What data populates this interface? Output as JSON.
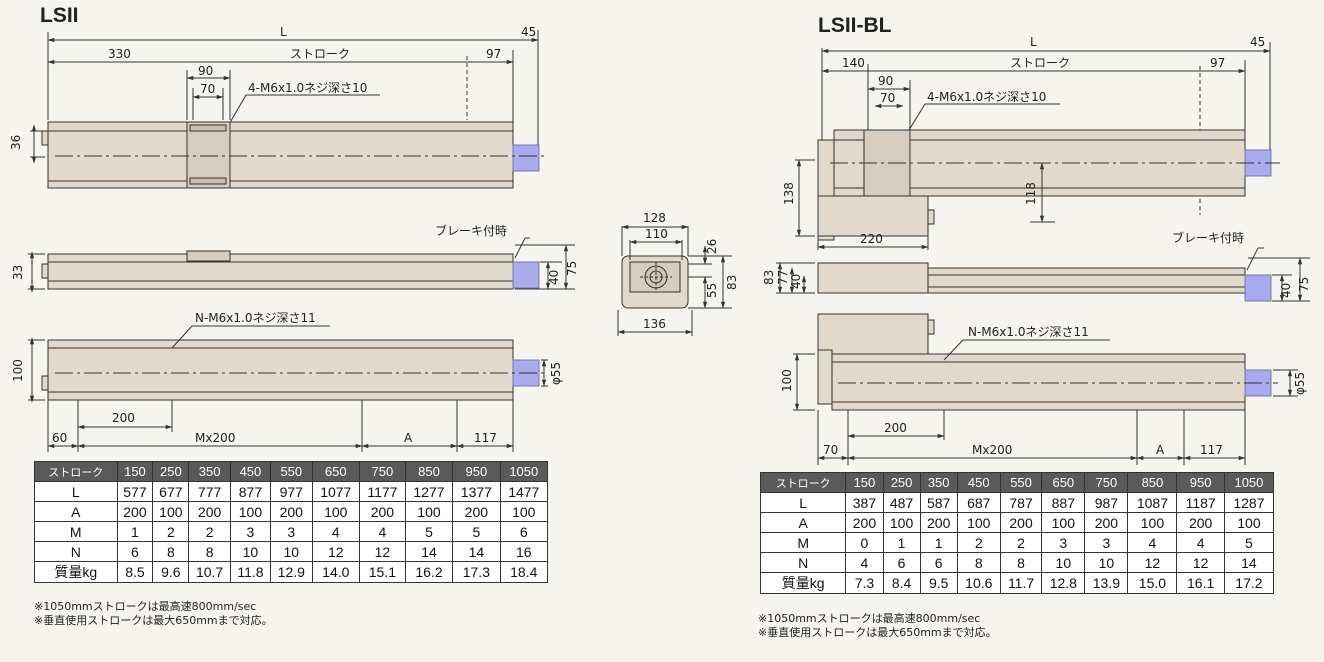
{
  "left": {
    "title": "LSII",
    "dims": {
      "L": "L",
      "d45": "45",
      "d330": "330",
      "stroke": "ストローク",
      "d97": "97",
      "d90": "90",
      "d70": "70",
      "screw": "4-M6x1.0ネジ深さ10",
      "d36": "36",
      "brake": "ブレーキ付時",
      "d33": "33",
      "d40": "40",
      "d75": "75",
      "nscrew": "N-M6x1.0ネジ深さ11",
      "d100": "100",
      "phi55": "φ55",
      "d200": "200",
      "d60": "60",
      "mx200": "Mx200",
      "A": "A",
      "d117": "117"
    },
    "table": {
      "header": [
        "ストローク",
        "150",
        "250",
        "350",
        "450",
        "550",
        "650",
        "750",
        "850",
        "950",
        "1050"
      ],
      "rows": [
        [
          "L",
          "577",
          "677",
          "777",
          "877",
          "977",
          "1077",
          "1177",
          "1277",
          "1377",
          "1477"
        ],
        [
          "A",
          "200",
          "100",
          "200",
          "100",
          "200",
          "100",
          "200",
          "100",
          "200",
          "100"
        ],
        [
          "M",
          "1",
          "2",
          "2",
          "3",
          "3",
          "4",
          "4",
          "5",
          "5",
          "6"
        ],
        [
          "N",
          "6",
          "8",
          "8",
          "10",
          "10",
          "12",
          "12",
          "14",
          "14",
          "16"
        ],
        [
          "質量kg",
          "8.5",
          "9.6",
          "10.7",
          "11.8",
          "12.9",
          "14.0",
          "15.1",
          "16.2",
          "17.3",
          "18.4"
        ]
      ]
    },
    "notes": [
      "※1050mmストロークは最高速800mm/sec",
      "※垂直使用ストロークは最大650mmまで対応。"
    ]
  },
  "center": {
    "dims": {
      "d128": "128",
      "d110": "110",
      "d26": "26",
      "d55": "55",
      "d83": "83",
      "d136": "136"
    }
  },
  "right": {
    "title": "LSII-BL",
    "dims": {
      "L": "L",
      "d45": "45",
      "d140": "140",
      "stroke": "ストローク",
      "d97": "97",
      "d90": "90",
      "d70": "70",
      "screw": "4-M6x1.0ネジ深さ10",
      "d138": "138",
      "d118": "118",
      "d220": "220",
      "brake": "ブレーキ付時",
      "d83": "83",
      "d77": "77",
      "d40a": "40",
      "d40": "40",
      "d75": "75",
      "nscrew": "N-M6x1.0ネジ深さ11",
      "d100": "100",
      "phi55": "φ55",
      "d200": "200",
      "d70b": "70",
      "mx200": "Mx200",
      "A": "A",
      "d117": "117"
    },
    "table": {
      "header": [
        "ストローク",
        "150",
        "250",
        "350",
        "450",
        "550",
        "650",
        "750",
        "850",
        "950",
        "1050"
      ],
      "rows": [
        [
          "L",
          "387",
          "487",
          "587",
          "687",
          "787",
          "887",
          "987",
          "1087",
          "1187",
          "1287"
        ],
        [
          "A",
          "200",
          "100",
          "200",
          "100",
          "200",
          "100",
          "200",
          "100",
          "200",
          "100"
        ],
        [
          "M",
          "0",
          "1",
          "1",
          "2",
          "2",
          "3",
          "3",
          "4",
          "4",
          "5"
        ],
        [
          "N",
          "4",
          "6",
          "6",
          "8",
          "8",
          "10",
          "10",
          "12",
          "12",
          "14"
        ],
        [
          "質量kg",
          "7.3",
          "8.4",
          "9.5",
          "10.6",
          "11.7",
          "12.8",
          "13.9",
          "15.0",
          "16.1",
          "17.2"
        ]
      ]
    },
    "notes": [
      "※1050mmストロークは最高速800mm/sec",
      "※垂直使用ストロークは最大650mmまで対応。"
    ]
  },
  "colors": {
    "body": "#e2d9cd",
    "bodyDark": "#cfc4b6",
    "motor": "#a9a9ee",
    "line": "#333333",
    "tableHead": "#5a5a5a"
  }
}
